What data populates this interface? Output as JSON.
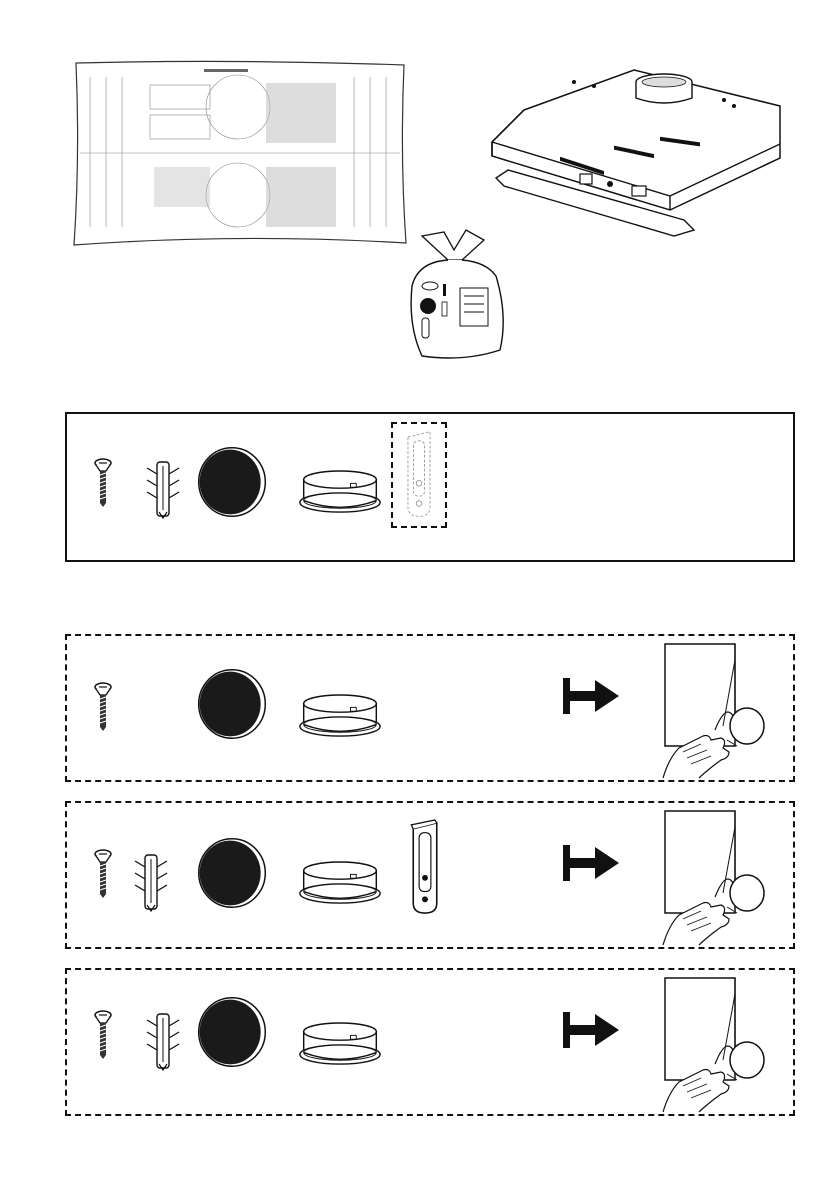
{
  "page": {
    "background": "#ffffff",
    "ink": "#111111"
  },
  "overview": {
    "items": [
      "instruction-sheet",
      "range-hood",
      "accessory-bag"
    ]
  },
  "kit_box": {
    "style": "solid",
    "parts": [
      "screw-icon",
      "wall-plug-icon",
      "grease-filter-icon",
      "flange-ring-icon",
      "bracket-icon"
    ],
    "optional_part": "bracket-icon"
  },
  "variants": [
    {
      "style": "dashed",
      "parts": [
        "screw-icon",
        "grease-filter-icon",
        "flange-ring-icon"
      ],
      "result": "arrow-to-manual"
    },
    {
      "style": "dashed",
      "parts": [
        "screw-icon",
        "wall-plug-icon",
        "grease-filter-icon",
        "flange-ring-icon",
        "bracket-icon"
      ],
      "result": "arrow-to-manual"
    },
    {
      "style": "dashed",
      "parts": [
        "screw-icon",
        "wall-plug-icon",
        "grease-filter-icon",
        "flange-ring-icon"
      ],
      "result": "arrow-to-manual"
    }
  ]
}
